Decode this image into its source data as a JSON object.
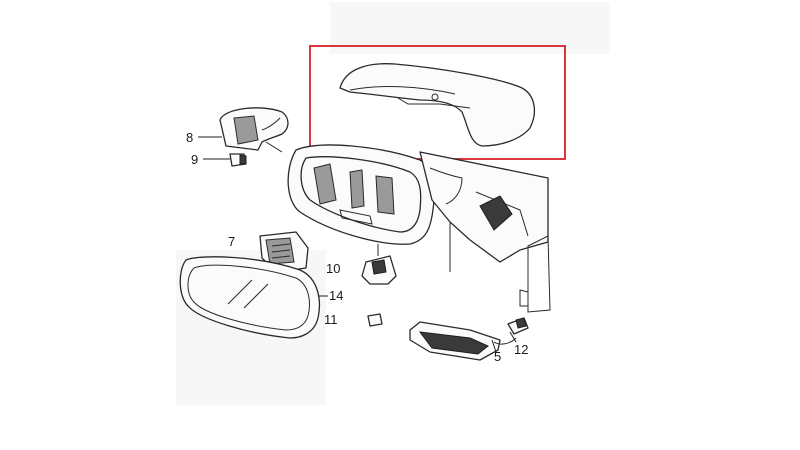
{
  "labels": {
    "l8": "8",
    "l9": "9",
    "l7": "7",
    "l10": "10",
    "l14": "14",
    "l11": "11",
    "l12": "12",
    "l5": "5"
  },
  "colors": {
    "highlight": "#d9363e",
    "line": "#2a2a2a",
    "background": "#ffffff"
  }
}
